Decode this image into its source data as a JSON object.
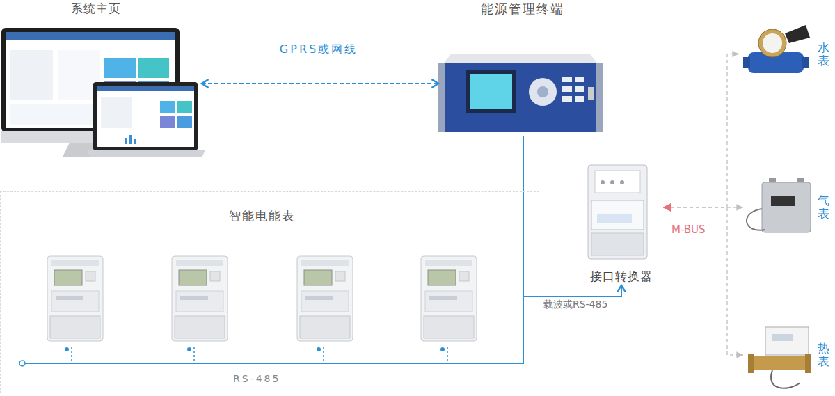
{
  "diagram": {
    "nodes": [
      {
        "text": [
          "系统主页"
        ]
      },
      {
        "text": [
          "能源管理终端"
        ]
      },
      {
        "text": [
          "智能电能表"
        ]
      },
      {
        "text": [
          "接口转换器"
        ]
      },
      {
        "text": [
          "水表"
        ]
      },
      {
        "text": [
          "气表"
        ]
      },
      {
        "text": [
          "热表"
        ]
      }
    ],
    "edges": [
      {
        "from": 0,
        "to": 1,
        "arrow": "both",
        "label": "GPRS或网线"
      },
      {
        "from": 1,
        "to": 2,
        "arrow": "none",
        "label": "RS-485"
      },
      {
        "from": 1,
        "to": 3,
        "arrow": "to",
        "label": "载波或RS-485"
      },
      {
        "from": 3,
        "to": 4,
        "arrow": "both",
        "label": "M-BUS"
      },
      {
        "from": 3,
        "to": 5,
        "arrow": "both"
      },
      {
        "from": 3,
        "to": 6,
        "arrow": "both"
      }
    ]
  }
}
